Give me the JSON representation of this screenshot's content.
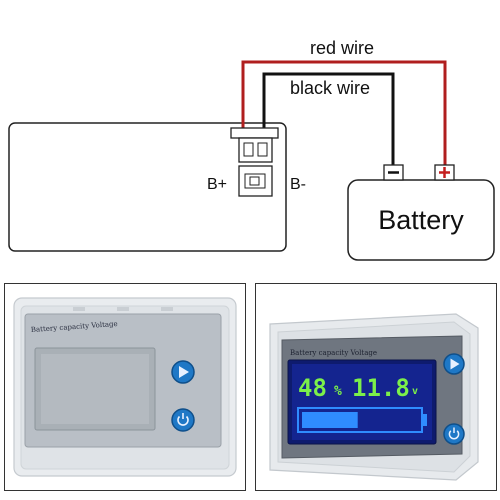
{
  "wiring": {
    "red_wire_label": "red wire",
    "black_wire_label": "black wire",
    "b_plus_label": "B+",
    "b_minus_label": "B-",
    "battery_label": "Battery",
    "negative_symbol": "−",
    "positive_symbol": "+",
    "colors": {
      "red_wire": "#b01e1e",
      "black_wire": "#111111",
      "outline": "#222222"
    }
  },
  "photos": {
    "device_label": "Battery capacity Voltage",
    "lcd_percent": "48",
    "lcd_percent_unit": "%",
    "lcd_voltage": "11.8",
    "lcd_voltage_unit": "v",
    "charge_level": 0.48,
    "colors": {
      "lcd_digits": "#7cf04a",
      "lcd_bar": "#2f8cff",
      "button": "#1f78c6"
    }
  }
}
